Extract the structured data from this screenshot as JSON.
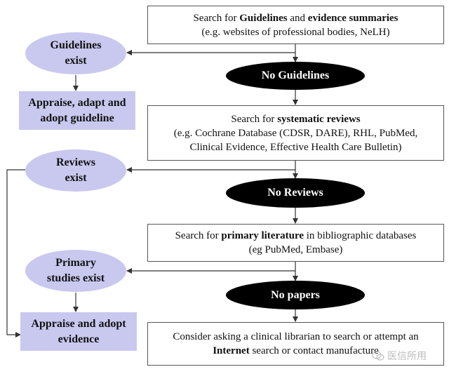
{
  "search_guidelines": {
    "prefix": "Search for ",
    "bold1": "Guidelines",
    "mid": " and ",
    "bold2": "evidence summaries",
    "line2": "(e.g. websites of professional bodies, NeLH)"
  },
  "no_guidelines": "No Guidelines",
  "guidelines_exist": [
    "Guidelines",
    "exist"
  ],
  "appraise_guideline": [
    "Appraise, adapt and",
    "adopt guideline"
  ],
  "search_reviews": {
    "prefix": "Search for ",
    "bold": "systematic reviews",
    "line2": "(e.g. Cochrane Database (CDSR, DARE), RHL, PubMed,",
    "line3": "Clinical Evidence, Effective Health Care Bulletin)"
  },
  "reviews_exist": [
    "Reviews",
    "exist"
  ],
  "no_reviews": "No Reviews",
  "search_primary": {
    "prefix": "Search for ",
    "bold": "primary literature",
    "suffix": " in bibliographic databases",
    "line2": "(eg PubMed, Embase)"
  },
  "primary_exist": [
    "Primary",
    "studies exist"
  ],
  "no_papers": "No papers",
  "appraise_evidence": [
    "Appraise and adopt",
    "evidence"
  ],
  "consider": {
    "line1": "Consider asking a clinical librarian to search or attempt an",
    "bold": "Internet",
    "line2_rest": " search or contact manufacture"
  },
  "watermark": "医信所用",
  "colors": {
    "lavender": "#c9c8ef",
    "black": "#000000",
    "line": "#333333"
  }
}
